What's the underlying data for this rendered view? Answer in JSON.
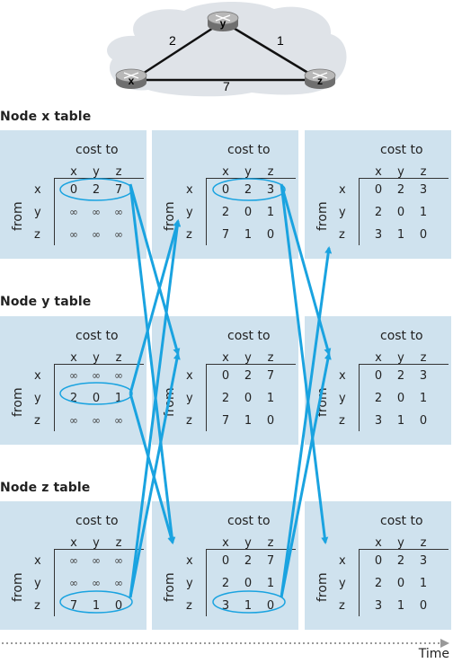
{
  "graph": {
    "nodes": [
      "x",
      "y",
      "z"
    ],
    "edges": [
      {
        "from": "x",
        "to": "y",
        "cost": "2"
      },
      {
        "from": "y",
        "to": "z",
        "cost": "1"
      },
      {
        "from": "x",
        "to": "z",
        "cost": "7"
      }
    ]
  },
  "labels": {
    "cost_to": "cost to",
    "from": "from",
    "time": "Time",
    "cols": [
      "x",
      "y",
      "z"
    ],
    "rows": [
      "x",
      "y",
      "z"
    ]
  },
  "sections": [
    {
      "title": "Node x table",
      "tables": [
        [
          [
            "0",
            "2",
            "7"
          ],
          [
            "∞",
            "∞",
            "∞"
          ],
          [
            "∞",
            "∞",
            "∞"
          ]
        ],
        [
          [
            "0",
            "2",
            "3"
          ],
          [
            "2",
            "0",
            "1"
          ],
          [
            "7",
            "1",
            "0"
          ]
        ],
        [
          [
            "0",
            "2",
            "3"
          ],
          [
            "2",
            "0",
            "1"
          ],
          [
            "3",
            "1",
            "0"
          ]
        ]
      ]
    },
    {
      "title": "Node y table",
      "tables": [
        [
          [
            "∞",
            "∞",
            "∞"
          ],
          [
            "2",
            "0",
            "1"
          ],
          [
            "∞",
            "∞",
            "∞"
          ]
        ],
        [
          [
            "0",
            "2",
            "7"
          ],
          [
            "2",
            "0",
            "1"
          ],
          [
            "7",
            "1",
            "0"
          ]
        ],
        [
          [
            "0",
            "2",
            "3"
          ],
          [
            "2",
            "0",
            "1"
          ],
          [
            "3",
            "1",
            "0"
          ]
        ]
      ]
    },
    {
      "title": "Node z table",
      "tables": [
        [
          [
            "∞",
            "∞",
            "∞"
          ],
          [
            "∞",
            "∞",
            "∞"
          ],
          [
            "7",
            "1",
            "0"
          ]
        ],
        [
          [
            "0",
            "2",
            "7"
          ],
          [
            "2",
            "0",
            "1"
          ],
          [
            "3",
            "1",
            "0"
          ]
        ],
        [
          [
            "0",
            "2",
            "3"
          ],
          [
            "2",
            "0",
            "1"
          ],
          [
            "3",
            "1",
            "0"
          ]
        ]
      ]
    }
  ],
  "colors": {
    "panel": "#cfe2ee",
    "arrow": "#1aa3e0",
    "router": "#9a9a9a",
    "cloud": "#dfe3e8"
  }
}
